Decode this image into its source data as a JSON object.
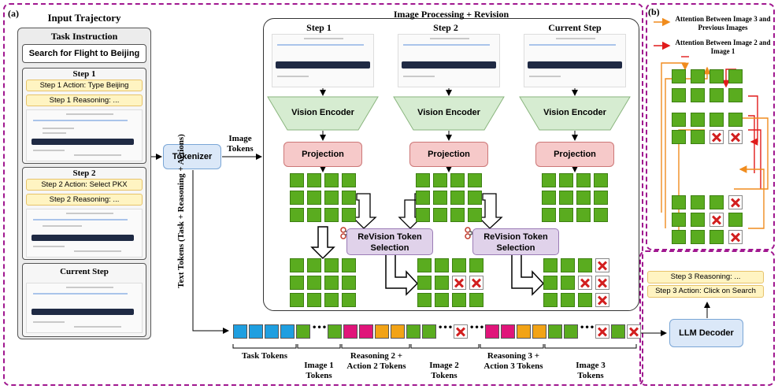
{
  "panels": {
    "a": "(a)",
    "b": "(b)"
  },
  "trajectory": {
    "title": "Input Trajectory",
    "task_header": "Task Instruction",
    "task": "Search for Flight to Beijing",
    "steps": [
      {
        "title": "Step 1",
        "action": "Step 1 Action: Type Beijing",
        "reasoning": "Step 1 Reasoning: ..."
      },
      {
        "title": "Step 2",
        "action": "Step 2 Action: Select PKX",
        "reasoning": "Step 2 Reasoning: ..."
      }
    ],
    "current": "Current Step"
  },
  "tokenizer": "Tokenizer",
  "image_tokens": "Image Tokens",
  "text_tokens": "Text Tokens (Task + Reasoning + Actions)",
  "processing": {
    "title": "Image Processing + Revision",
    "columns": [
      "Step 1",
      "Step 2",
      "Current Step"
    ],
    "encoder": "Vision Encoder",
    "projection": "Projection",
    "revision": "ReVision Token Selection"
  },
  "legend": {
    "orange": "Attention Between Image 3 and Previous Images",
    "red": "Attention Between Image 2 and Image 1"
  },
  "output": {
    "reasoning": "Step 3 Reasoning: ...",
    "action": "Step 3 Action: Click on Search"
  },
  "decoder": "LLM Decoder",
  "sequence_labels": [
    "Task Tokens",
    "Image 1 Tokens",
    "Reasoning 2 + Action 2 Tokens",
    "Image 2 Tokens",
    "Reasoning 3 + Action 3 Tokens",
    "Image 3 Tokens"
  ],
  "colors": {
    "image": "#5aac1f",
    "task": "#1f9fe0",
    "reasoning": "#e0157a",
    "action": "#f2a316",
    "frame": "#a0178f"
  }
}
